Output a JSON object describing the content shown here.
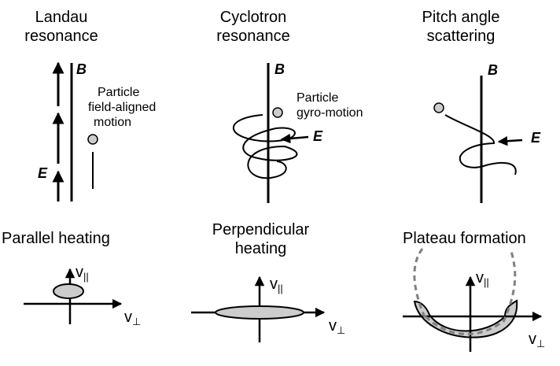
{
  "panels": {
    "landau": {
      "title_l1": "Landau",
      "title_l2": "resonance",
      "b_label": "B",
      "e_label": "E",
      "note_l1": "Particle",
      "note_l2": "field-aligned",
      "note_l3": "motion"
    },
    "cyclotron": {
      "title_l1": "Cyclotron",
      "title_l2": "resonance",
      "b_label": "B",
      "e_label": "E",
      "note_l1": "Particle",
      "note_l2": "gyro-motion"
    },
    "pitch": {
      "title_l1": "Pitch angle",
      "title_l2": "scattering",
      "b_label": "B",
      "e_label": "E"
    },
    "parallel": {
      "title": "Parallel heating",
      "v_par": "v",
      "v_par_sub": "||",
      "v_perp": "v",
      "v_perp_sub": "⊥"
    },
    "perpendicular": {
      "title_l1": "Perpendicular",
      "title_l2": "heating",
      "v_par": "v",
      "v_par_sub": "||",
      "v_perp": "v",
      "v_perp_sub": "⊥"
    },
    "plateau": {
      "title": "Plateau formation",
      "v_par": "v",
      "v_par_sub": "||",
      "v_perp": "v",
      "v_perp_sub": "⊥"
    }
  },
  "colors": {
    "ink": "#000000",
    "fill_gray": "#cccccc",
    "dashed": "#808080"
  }
}
